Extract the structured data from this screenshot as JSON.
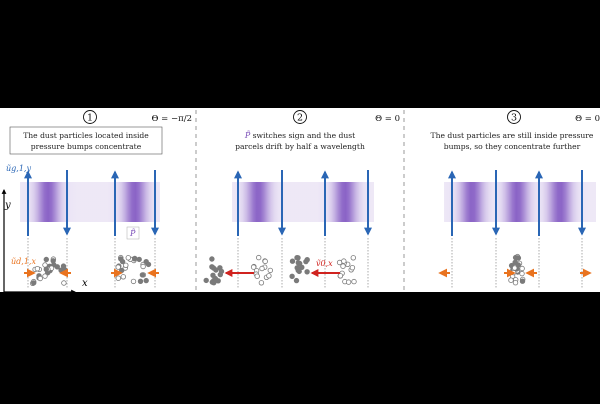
{
  "panels": [
    {
      "number": "1",
      "theta": "Θ = −π/2",
      "caption": [
        "The dust particles located inside",
        "pressure bumps concentrate"
      ]
    },
    {
      "number": "2",
      "theta": "Θ = 0",
      "caption": [
        "switches sign and the dust",
        "parcels drift by half a wavelength"
      ]
    },
    {
      "number": "3",
      "theta": "Θ = 0",
      "caption": [
        "The dust particles are still inside pressure",
        "bumps, so they concentrate further"
      ]
    }
  ],
  "labels": {
    "ug": "ũg,1,y",
    "ud": "ũd,1,x",
    "P": "P̃",
    "P_inline": "P̃",
    "vx": "ṽ0,x",
    "axis_y": "y",
    "axis_x": "x"
  },
  "colors": {
    "band": "#8a63c6",
    "velocity_arrow": "#2a66b5",
    "drift_arrow": "#e9731f",
    "shift_arrow": "#d0231f",
    "dust": "#7a7a7a",
    "ug_label": "#2a66b5",
    "ud_label": "#e9731f",
    "P_label": "#7a4db8",
    "vx_label": "#d0231f"
  }
}
